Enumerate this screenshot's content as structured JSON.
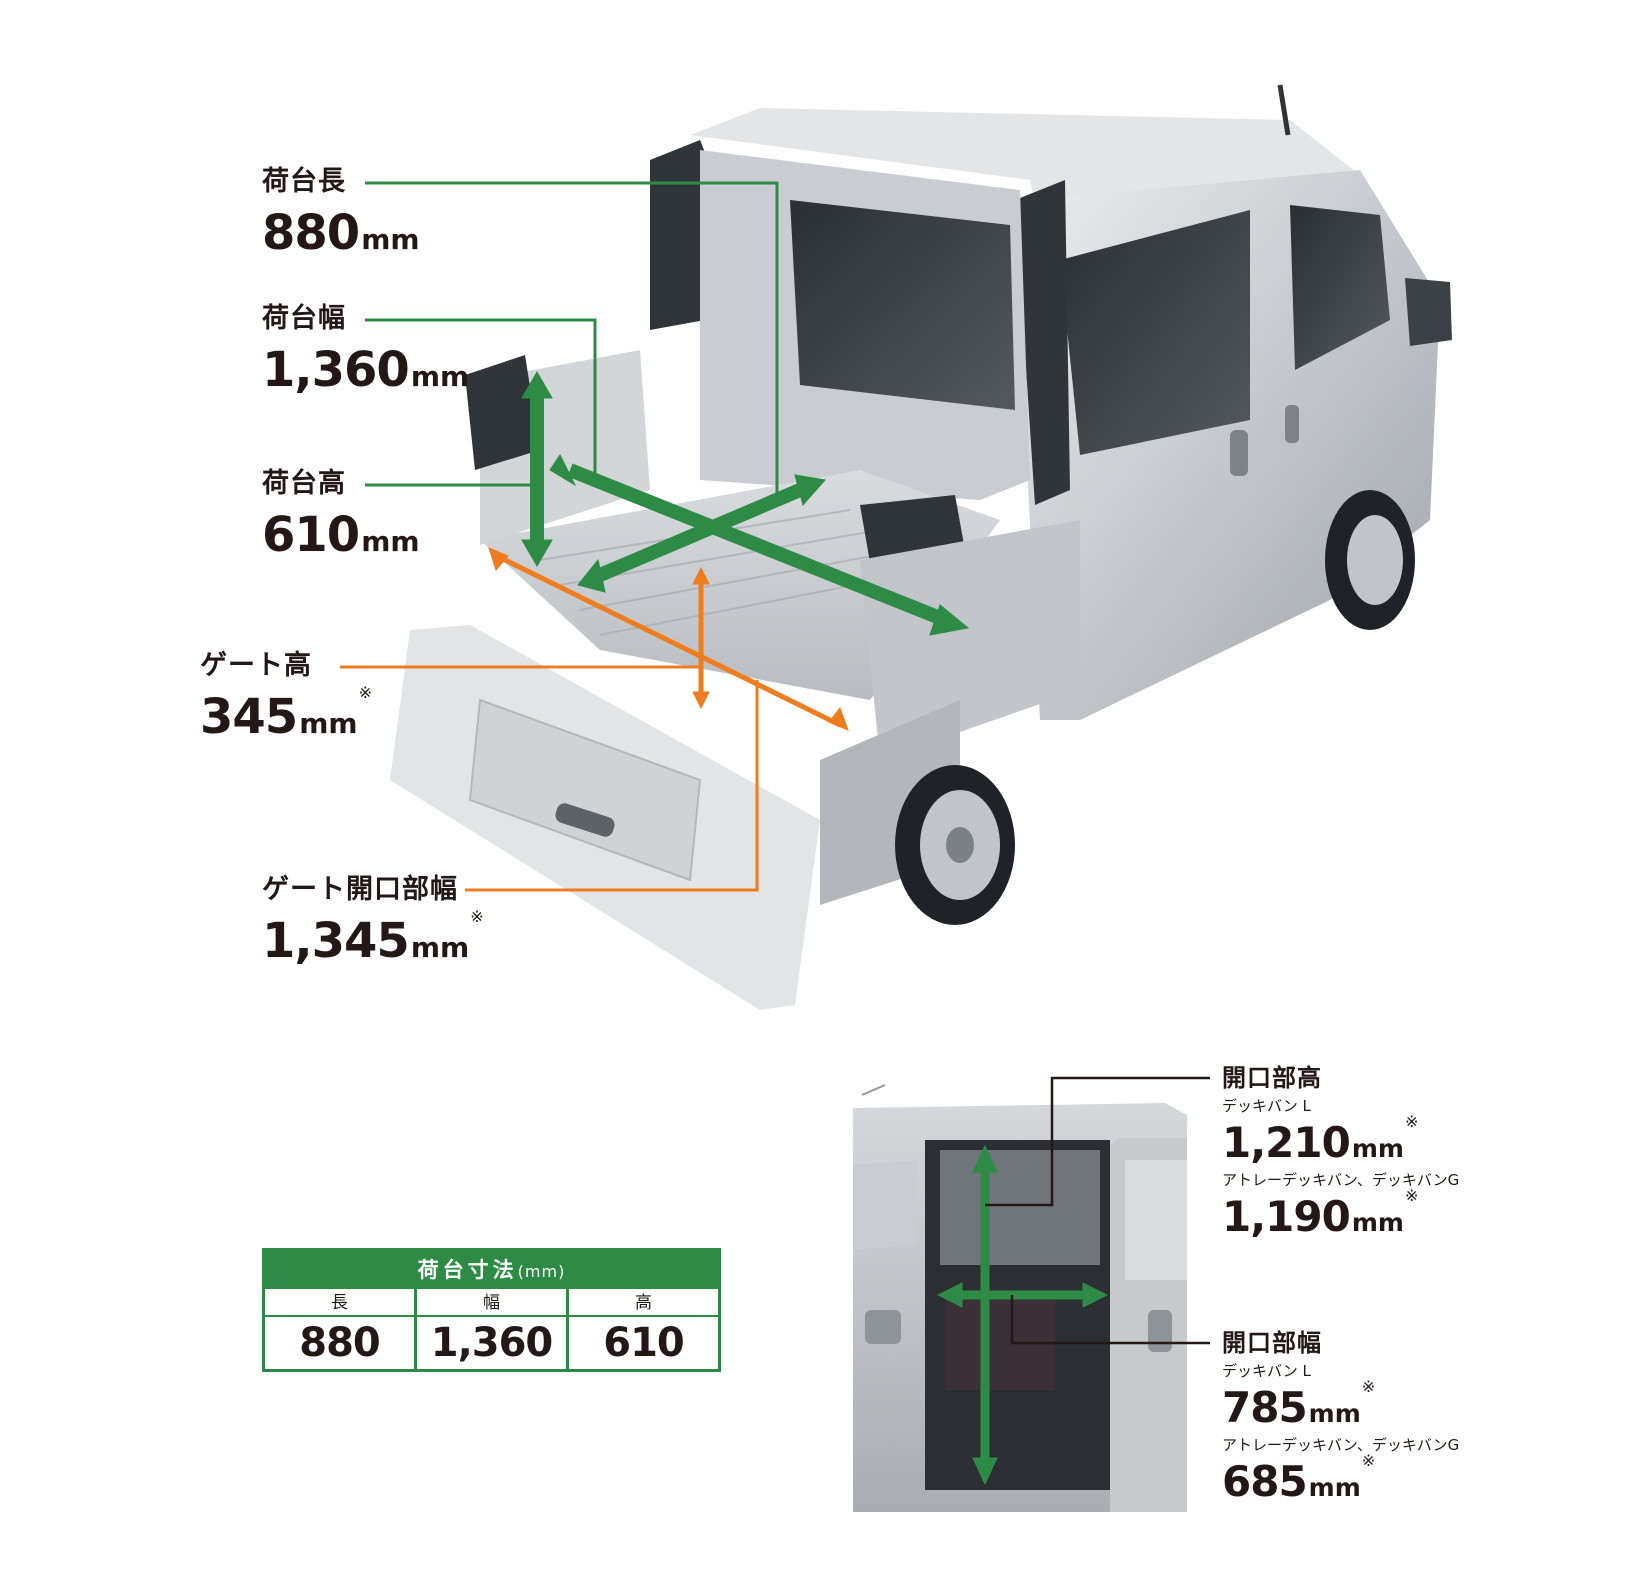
{
  "cargo_bed_labels": [
    {
      "name": "荷台長",
      "value": "880",
      "unit": "mm",
      "note": ""
    },
    {
      "name": "荷台幅",
      "value": "1,360",
      "unit": "mm",
      "note": ""
    },
    {
      "name": "荷台高",
      "value": "610",
      "unit": "mm",
      "note": ""
    },
    {
      "name": "ゲート高",
      "value": "345",
      "unit": "mm",
      "note": "※"
    },
    {
      "name": "ゲート開口部幅",
      "value": "1,345",
      "unit": "mm",
      "note": "※"
    }
  ],
  "side_door_labels": [
    {
      "name": "開口部高",
      "variants": [
        {
          "label": "デッキバン L",
          "value": "1,210",
          "unit": "mm",
          "note": "※"
        },
        {
          "label": "アトレーデッキバン、デッキバンG",
          "value": "1,190",
          "unit": "mm",
          "note": "※"
        }
      ]
    },
    {
      "name": "開口部幅",
      "variants": [
        {
          "label": "デッキバン L",
          "value": "785",
          "unit": "mm",
          "note": "※"
        },
        {
          "label": "アトレーデッキバン、デッキバンG",
          "value": "685",
          "unit": "mm",
          "note": "※"
        }
      ]
    }
  ],
  "dimensions_table": {
    "title": "荷台寸法",
    "title_unit": "(mm)",
    "headers": [
      "長",
      "幅",
      "高"
    ],
    "values": [
      "880",
      "1,360",
      "610"
    ]
  },
  "colors": {
    "green": "#2d8b45",
    "orange": "#ee7d1f",
    "text": "#231815"
  }
}
